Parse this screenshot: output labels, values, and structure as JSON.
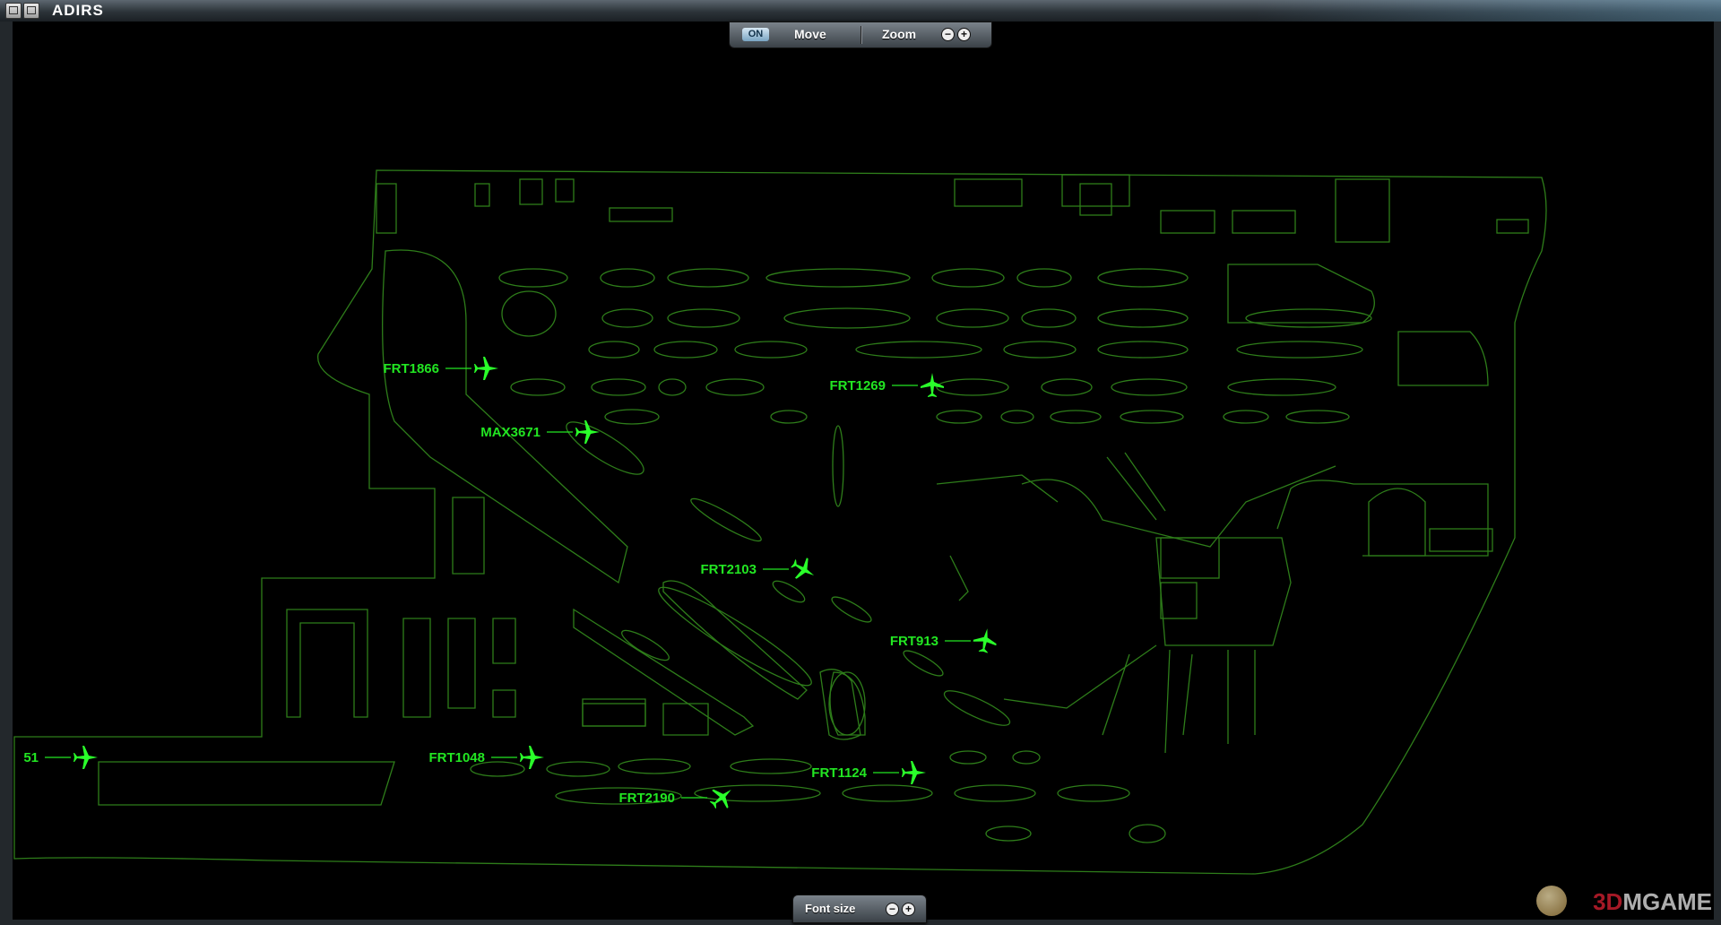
{
  "window": {
    "title": "ADIRS"
  },
  "toolbar_top": {
    "on_label": "ON",
    "move_label": "Move",
    "zoom_label": "Zoom",
    "minus": "−",
    "plus": "+"
  },
  "toolbar_bottom": {
    "font_size_label": "Font size",
    "minus": "−",
    "plus": "+"
  },
  "colors": {
    "map_outline": "#2e7d1a",
    "aircraft": "#2aff2a",
    "label": "#22e622",
    "background": "#000000"
  },
  "aircraft": [
    {
      "callsign": "FRT1866",
      "heading": 90
    },
    {
      "callsign": "FRT1269",
      "heading": 0
    },
    {
      "callsign": "MAX3671",
      "heading": 90
    },
    {
      "callsign": "FRT2103",
      "heading": 120
    },
    {
      "callsign": "FRT913",
      "heading": 10
    },
    {
      "callsign": "FRT1048",
      "heading": 90
    },
    {
      "callsign": "FRT1124",
      "heading": 90
    },
    {
      "callsign": "FRT2190",
      "heading": 50
    },
    {
      "callsign": "51",
      "heading": 90
    }
  ],
  "watermark": {
    "prefix": "3D",
    "suffix": "MGAME"
  }
}
